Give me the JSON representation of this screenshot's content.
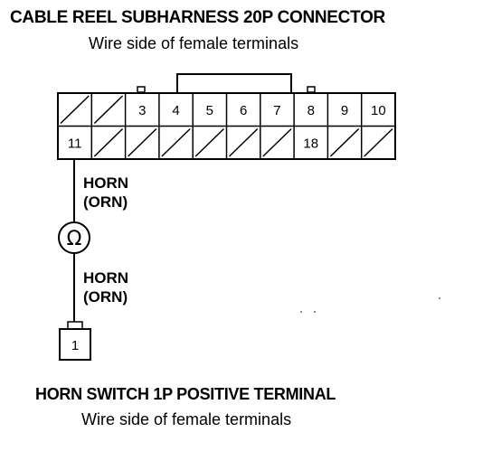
{
  "header": {
    "title": "CABLE REEL SUBHARNESS 20P CONNECTOR",
    "subtitle": "Wire side of female terminals"
  },
  "connector_20p": {
    "row1": [
      "",
      "",
      "3",
      "4",
      "5",
      "6",
      "7",
      "8",
      "9",
      "10"
    ],
    "row2": [
      "11",
      "",
      "",
      "",
      "",
      "",
      "",
      "18",
      "",
      ""
    ]
  },
  "wire_labels": {
    "upper": [
      "HORN",
      "(ORN)"
    ],
    "lower": [
      "HORN",
      "(ORN)"
    ]
  },
  "horn_symbol": "Ω",
  "connector_1p": {
    "pin": "1"
  },
  "footer": {
    "title": "HORN SWITCH 1P POSITIVE TERMINAL",
    "subtitle": "Wire side of female terminals"
  }
}
